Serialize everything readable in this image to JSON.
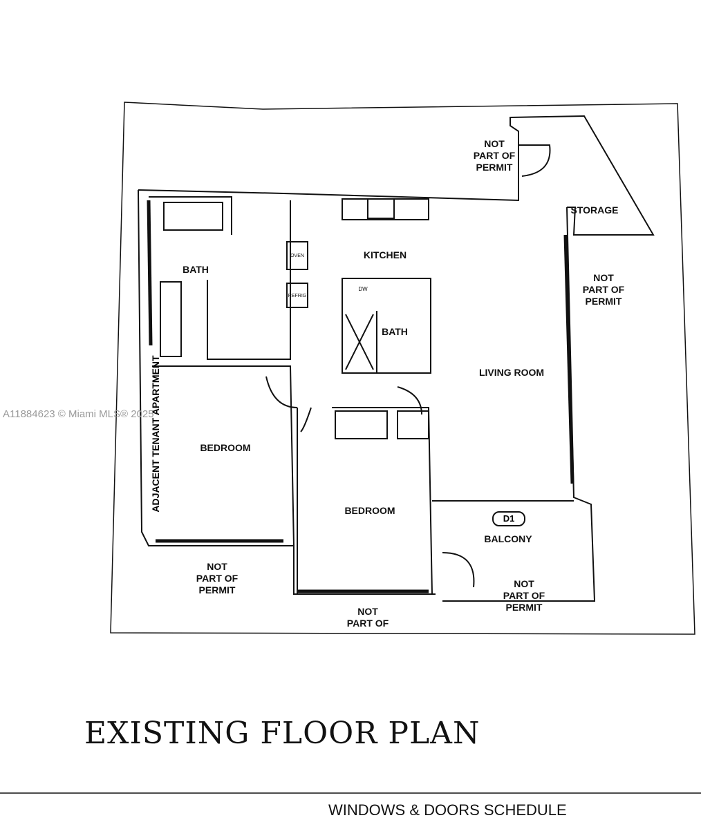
{
  "watermark": "A11884623 © Miami MLS® 2025",
  "title": "EXISTING FLOOR PLAN",
  "schedule_title": "WINDOWS & DOORS SCHEDULE",
  "rooms": {
    "npp_top": "NOT\nPART OF\nPERMIT",
    "storage": "STORAGE",
    "npp_right": "NOT\nPART OF\nPERMIT",
    "kitchen": "KITCHEN",
    "bath_master": "BATH",
    "bath_center": "BATH",
    "living_room": "LIVING ROOM",
    "bedroom_left": "BEDROOM",
    "bedroom_center": "BEDROOM",
    "balcony": "BALCONY",
    "door_tag": "D1",
    "npp_bottom_left": "NOT\nPART OF\nPERMIT",
    "npp_bottom_center": "NOT\nPART OF",
    "npp_balcony": "NOT\nPART OF\nPERMIT",
    "adjacent": "ADJACENT TENANT APARTMENT"
  },
  "fixtures": {
    "oven": "OVEN",
    "refrig": "REFRIG",
    "dw": "DW"
  }
}
